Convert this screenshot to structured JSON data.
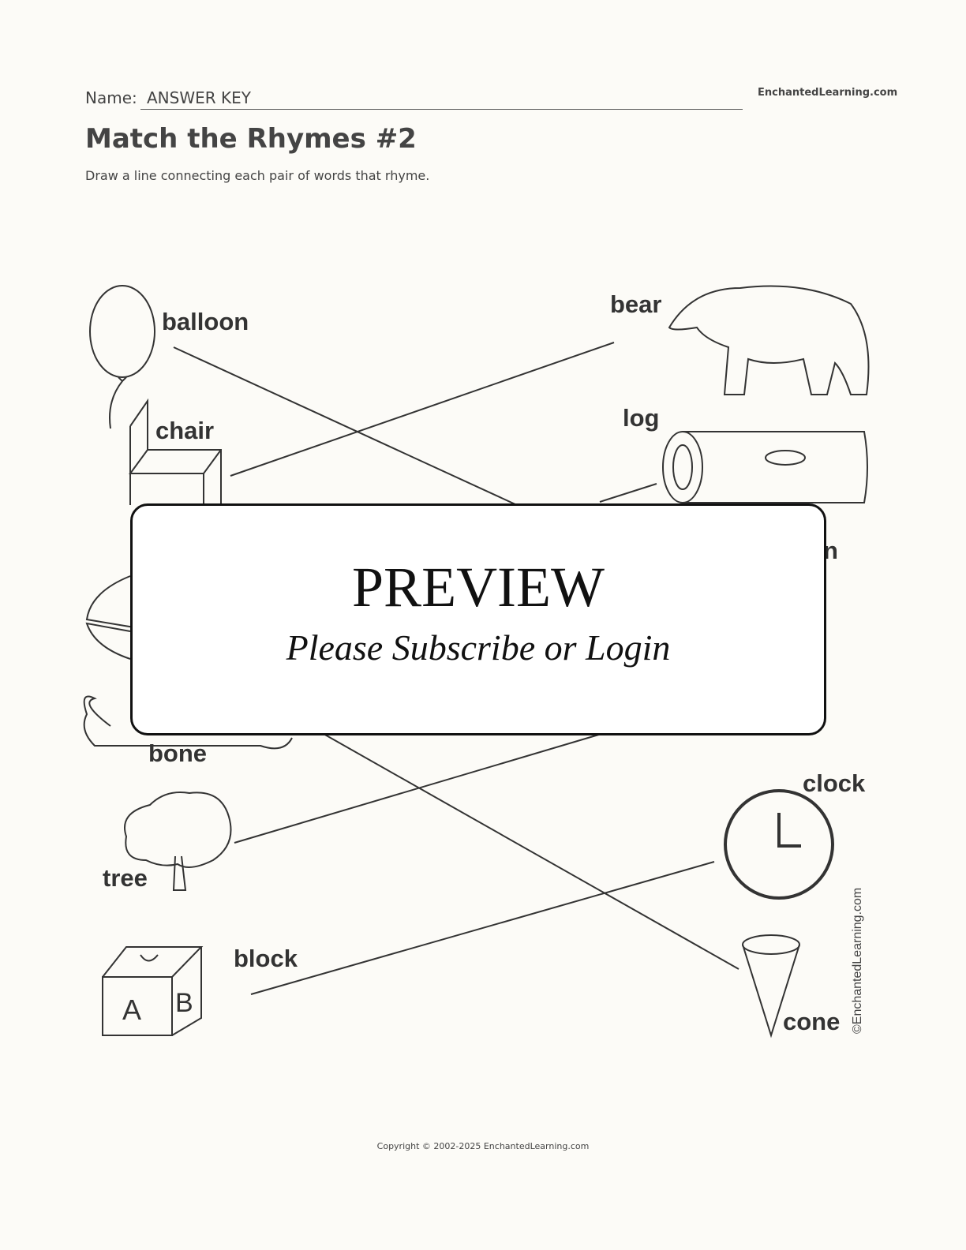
{
  "header": {
    "name_label": "Name:",
    "name_value": "ANSWER KEY",
    "brand": "EnchantedLearning.com"
  },
  "title": "Match the Rhymes #2",
  "instructions": "Draw a line connecting each pair of words that rhyme.",
  "words": {
    "balloon": "balloon",
    "chair": "chair",
    "bone": "bone",
    "tree": "tree",
    "block": "block",
    "bear": "bear",
    "log": "log",
    "partial": "n",
    "clock": "clock",
    "cone": "cone"
  },
  "preview": {
    "title": "PREVIEW",
    "subtitle": "Please Subscribe or Login"
  },
  "vertical_credit": "©EnchantedLearning.com",
  "copyright": "Copyright © 2002-2025 EnchantedLearning.com"
}
